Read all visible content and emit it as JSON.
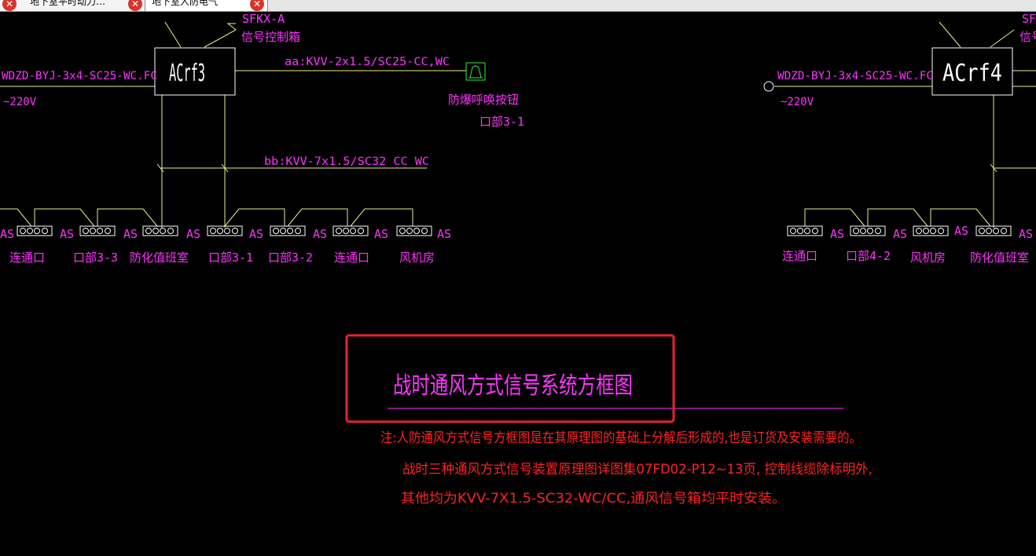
{
  "tabs": [
    {
      "label": "地下室平时动力…",
      "active": false
    },
    {
      "label": "地下室人防电气",
      "active": true
    }
  ],
  "drawing": {
    "left": {
      "box_label": "ACrf3",
      "top_label_1": "SFKX-A",
      "top_label_2": "信号控制箱",
      "feed_cable": "WDZD-BYJ-3x4-SC25-WC.FC",
      "voltage": "~220V",
      "cable_aa": "aa:KVV-2x1.5/SC25-CC,WC",
      "button_name": "防爆呼唤按钮",
      "button_loc": "口部3-1",
      "cable_bb": "bb:KVV-7x1.5/SC32 CC WC",
      "as_label": "AS",
      "units": [
        "连通口",
        "口部3-3",
        "防化值班室",
        "口部3-1",
        "口部3-2",
        "连通口",
        "风机房"
      ]
    },
    "right": {
      "box_label": "ACrf4",
      "top_label_1": "SF",
      "top_label_2": "信号",
      "feed_cable": "WDZD-BYJ-3x4-SC25-WC.FC",
      "voltage": "~220V",
      "as_label": "AS",
      "units": [
        "连通口",
        "口部4-2",
        "风机房",
        "防化值班室"
      ]
    },
    "title": "战时通风方式信号系统方框图",
    "notes": [
      "注:人防通风方式信号方框图是在其原理图的基础上分解后形成的,也是订货及安装需要的。",
      "战时三种通风方式信号装置原理图详图集07FD02-P12~13页, 控制线缆除标明外,",
      "其他均为KVV-7X1.5-SC32-WC/CC,通风信号箱均平时安装。"
    ]
  },
  "colors": {
    "background": "#000000",
    "magenta": "#ff33ff",
    "line_yellow": "#e8f08a",
    "green": "#33ee33",
    "red": "#ff2222",
    "highlight": "#e8232b"
  }
}
